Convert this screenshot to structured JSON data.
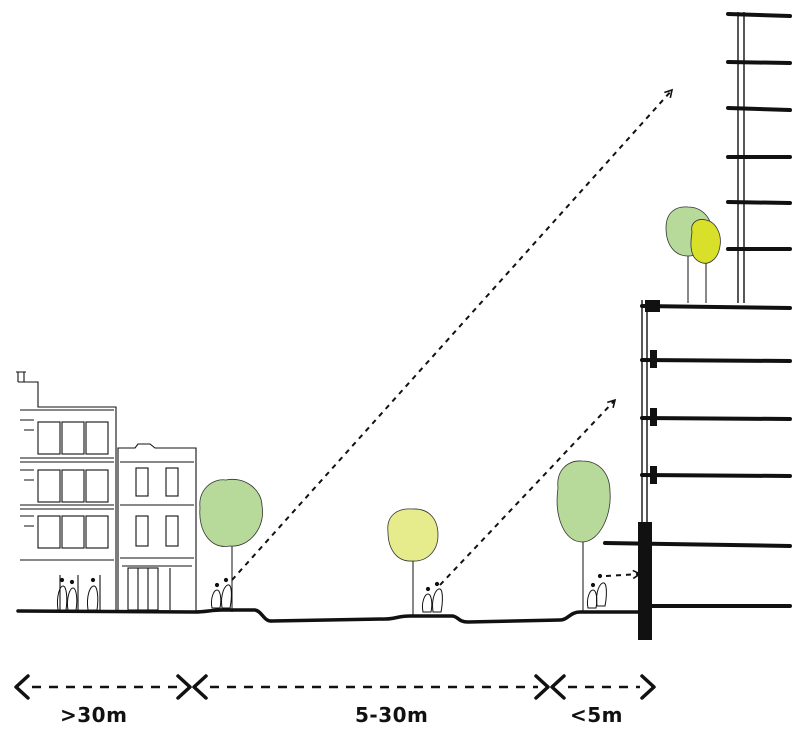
{
  "zones": [
    {
      "label": ">30m"
    },
    {
      "label": "5-30m"
    },
    {
      "label": "<5m"
    }
  ],
  "colors": {
    "line": "#111111",
    "tree_green": "#b7d99a",
    "tree_yellow": "#e6ec8c",
    "tree_lime": "#d8e02a"
  }
}
